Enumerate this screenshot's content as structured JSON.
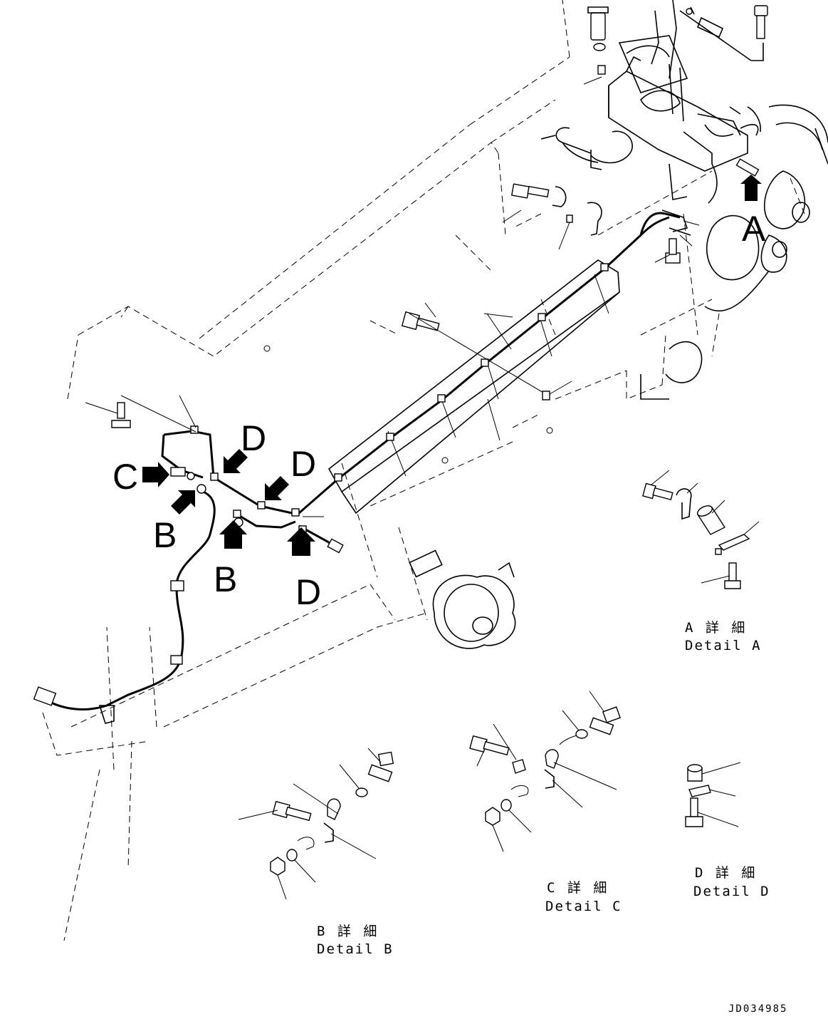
{
  "callouts": {
    "a": "A",
    "b1": "B",
    "b2": "B",
    "c": "C",
    "d1": "D",
    "d2": "D",
    "d3": "D"
  },
  "details": {
    "a": {
      "jp": "A 詳 細",
      "en": "Detail A"
    },
    "b": {
      "jp": "B 詳 細",
      "en": "Detail B"
    },
    "c": {
      "jp": "C 詳 細",
      "en": "Detail C"
    },
    "d": {
      "jp": "D 詳 細",
      "en": "Detail D"
    }
  },
  "document_id": "JD034985"
}
